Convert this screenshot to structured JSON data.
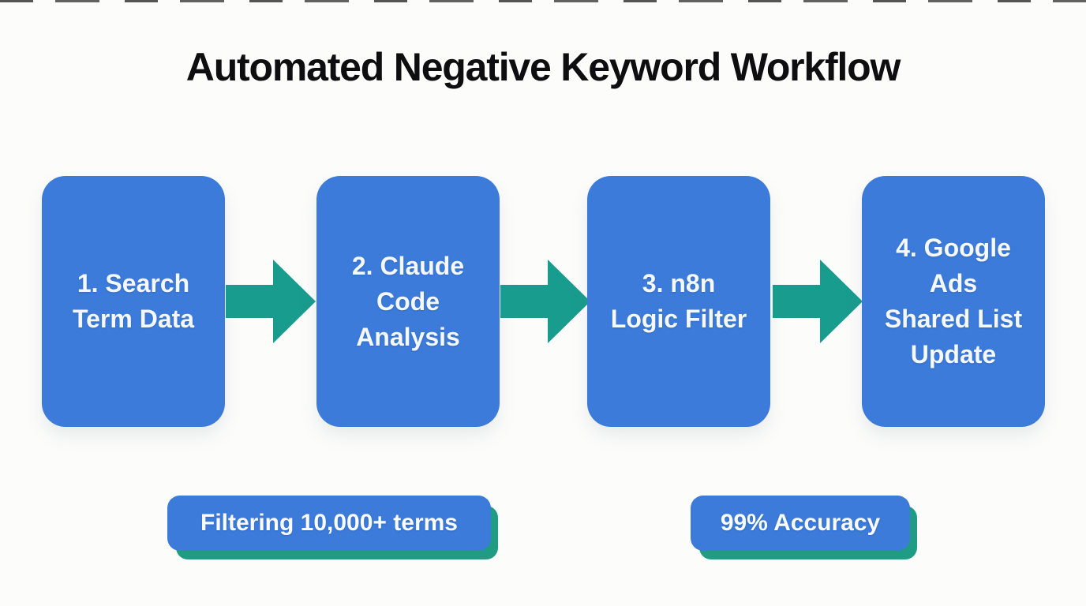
{
  "colors": {
    "background": "#FCFCFB",
    "title_color": "#0E0E10",
    "box_blue": "#3C7BDA",
    "box_text": "#F5F9FF",
    "arrow_teal": "#189C8D",
    "badge_blue": "#3C7BDA",
    "badge_shadow_teal": "#1F9C83"
  },
  "header": {
    "title": "Automated Negative Keyword Workflow"
  },
  "workflow": {
    "steps": [
      {
        "label": "1. Search Term Data",
        "lines": [
          "1. Search",
          "Term Data"
        ]
      },
      {
        "label": "2. Claude Code Analysis",
        "lines": [
          "2. Claude",
          "Code",
          "Analysis"
        ]
      },
      {
        "label": "3. n8n Logic Filter",
        "lines": [
          "3. n8n",
          "Logic Filter"
        ]
      },
      {
        "label": "4. Google Ads Shared List Update",
        "lines": [
          "4. Google",
          "Ads",
          "Shared List",
          "Update"
        ]
      }
    ]
  },
  "badges": [
    {
      "label": "Filtering 10,000+ terms"
    },
    {
      "label": "99% Accuracy"
    }
  ]
}
